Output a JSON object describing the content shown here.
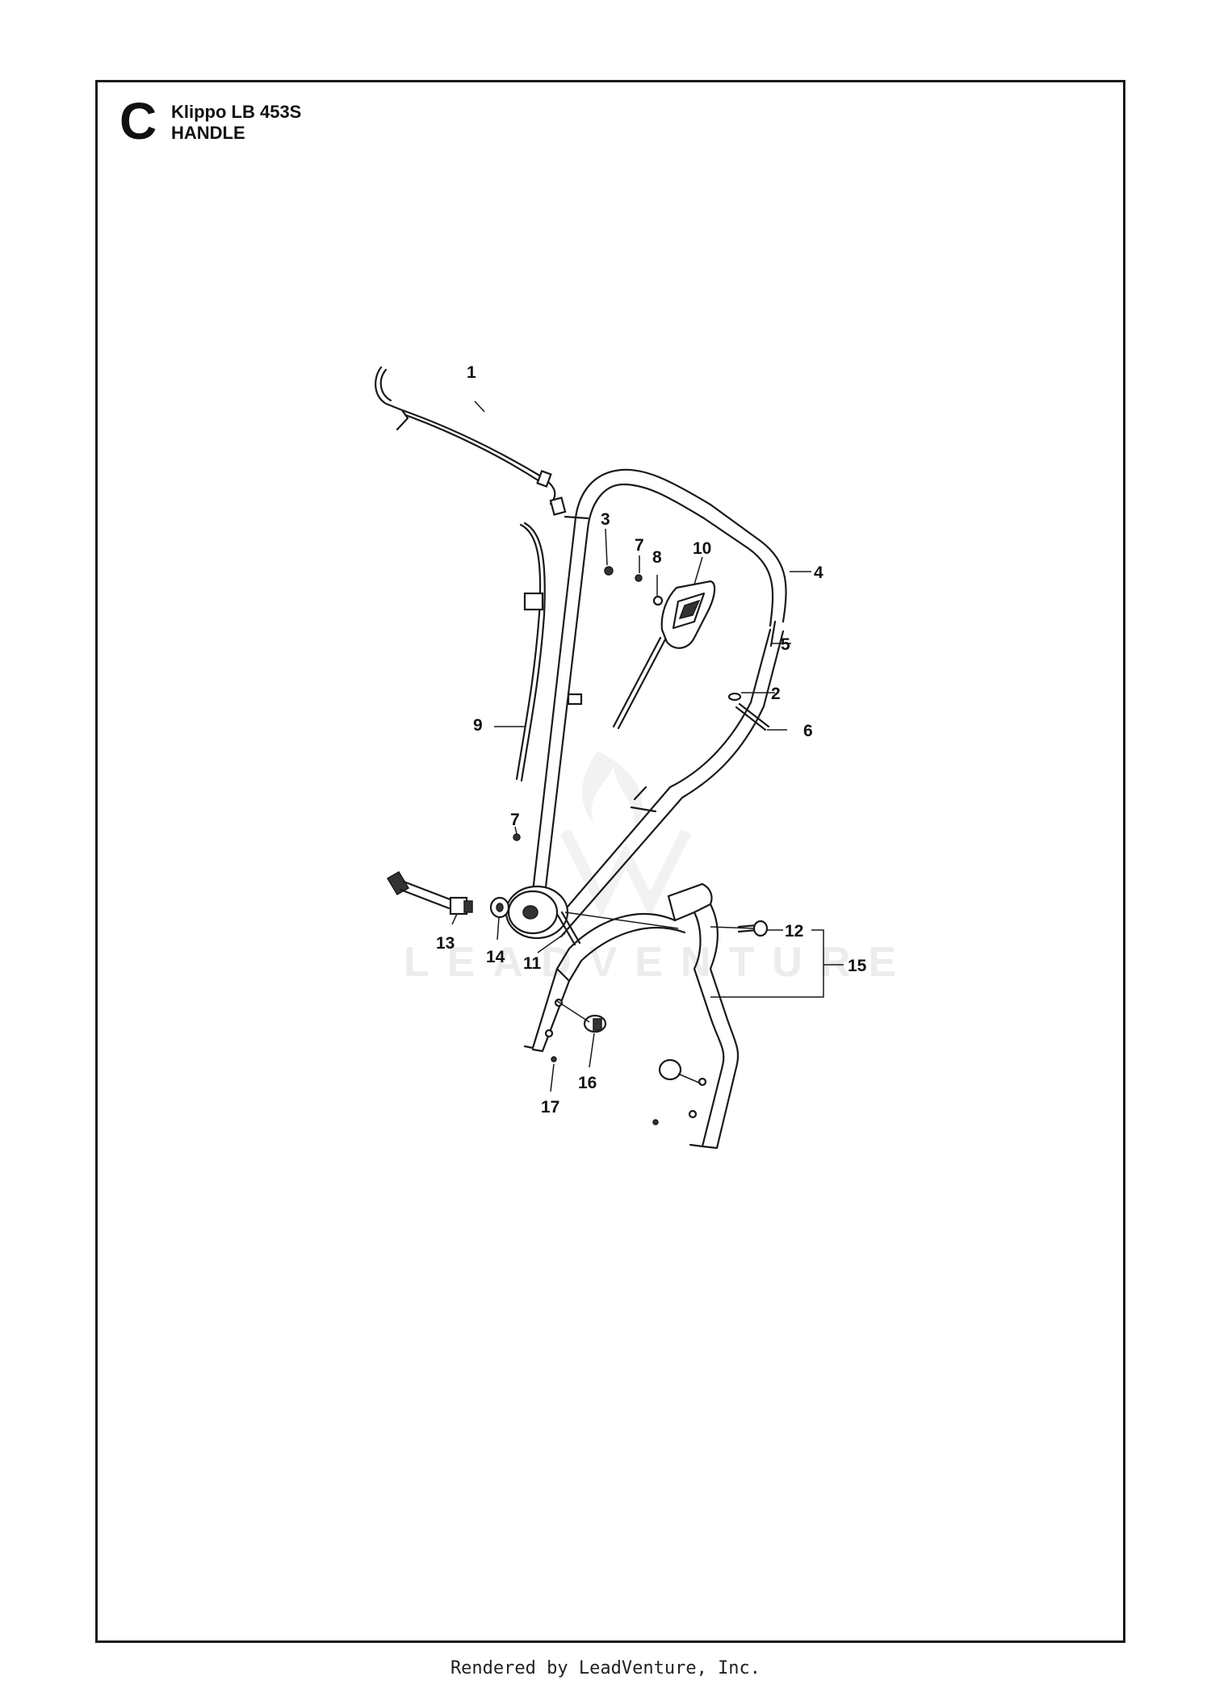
{
  "header": {
    "section_letter": "C",
    "model": "Klippo LB 453S",
    "section": "HANDLE"
  },
  "watermark": {
    "text": "LEADVENTURE"
  },
  "callouts": [
    {
      "id": "1",
      "label": "1"
    },
    {
      "id": "2",
      "label": "2"
    },
    {
      "id": "3",
      "label": "3"
    },
    {
      "id": "4",
      "label": "4"
    },
    {
      "id": "5",
      "label": "5"
    },
    {
      "id": "6",
      "label": "6"
    },
    {
      "id": "7a",
      "label": "7"
    },
    {
      "id": "7b",
      "label": "7"
    },
    {
      "id": "8",
      "label": "8"
    },
    {
      "id": "9",
      "label": "9"
    },
    {
      "id": "10",
      "label": "10"
    },
    {
      "id": "11",
      "label": "11"
    },
    {
      "id": "12",
      "label": "12"
    },
    {
      "id": "13",
      "label": "13"
    },
    {
      "id": "14",
      "label": "14"
    },
    {
      "id": "15",
      "label": "15"
    },
    {
      "id": "16",
      "label": "16"
    },
    {
      "id": "17",
      "label": "17"
    }
  ],
  "footer": {
    "text": "Rendered by LeadVenture, Inc."
  },
  "colors": {
    "line": "#1a1a1a",
    "watermark": "#ececec"
  }
}
